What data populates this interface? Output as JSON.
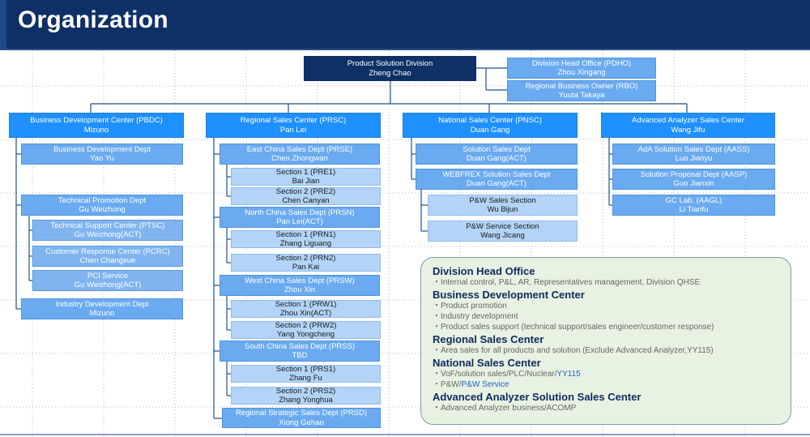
{
  "header": {
    "title": "Organization"
  },
  "top": {
    "division": {
      "line1": "Product Solution Division",
      "line2": "Zheng Chao"
    },
    "pdho": {
      "line1": "Division Head Office (PDHO)",
      "line2": "Zhou Xingang"
    },
    "rbo": {
      "line1": "Regional Business Owner (RBO)",
      "line2": "Yuuta Takaya"
    }
  },
  "pbdc": {
    "head": {
      "line1": "Business Development Center (PBDC)",
      "line2": "Mizuno"
    },
    "bdd": {
      "line1": "Business Development Dept",
      "line2": "Yao Yu"
    },
    "tpd": {
      "line1": "Technical Promotion Dept",
      "line2": "Gu Weizhong"
    },
    "ptsc": {
      "line1": "Technical Support Center (PTSC)",
      "line2": "Gu Weizhong(ACT)"
    },
    "pcrc": {
      "line1": "Customer Response Center (PCRC)",
      "line2": "Chen Changxue"
    },
    "pci": {
      "line1": "PCI Service",
      "line2": "Gu Weizhong(ACT)"
    },
    "idd": {
      "line1": "Industry Development Dept",
      "line2": "Mizuno"
    }
  },
  "prsc": {
    "head": {
      "line1": "Regional Sales Center (PRSC)",
      "line2": "Pan Lei"
    },
    "prse": {
      "line1": "East China Sales Dept (PRSE)",
      "line2": "Chen Zhongwan"
    },
    "pre1": {
      "line1": "Section 1 (PRE1)",
      "line2": "Bai Jian"
    },
    "pre2": {
      "line1": "Section 2 (PRE2)",
      "line2": "Chen Canyan"
    },
    "prsn": {
      "line1": "North China Sales Dept (PRSN)",
      "line2": "Pan Lei(ACT)"
    },
    "prn1": {
      "line1": "Section 1 (PRN1)",
      "line2": "Zhang Liguang"
    },
    "prn2": {
      "line1": "Section 2 (PRN2)",
      "line2": "Pan Kai"
    },
    "prsw": {
      "line1": "West China Sales Dept (PRSW)",
      "line2": "Zhou Xin"
    },
    "prw1": {
      "line1": "Section 1 (PRW1)",
      "line2": "Zhou Xin(ACT)"
    },
    "prw2": {
      "line1": "Section 2 (PRW2)",
      "line2": "Yang Yongcheng"
    },
    "prss": {
      "line1": "South China Sales Dept (PRSS)",
      "line2": "TBD"
    },
    "prs1": {
      "line1": "Section 1 (PRS1)",
      "line2": "Zhang Fu"
    },
    "prs2": {
      "line1": "Section 2 (PRS2)",
      "line2": "Zhang Yonghua"
    },
    "prsd": {
      "line1": "Regional Strategic Sales Dept (PRSD)",
      "line2": "Xiong Gehao"
    }
  },
  "pnsc": {
    "head": {
      "line1": "National Sales Center (PNSC)",
      "line2": "Duan Gang"
    },
    "ssd": {
      "line1": "Solution Sales Dept",
      "line2": "Duan Gang(ACT)"
    },
    "webfrex": {
      "line1": "WEBFREX Solution Sales Dept",
      "line2": "Duan Gang(ACT)"
    },
    "pws": {
      "line1": "P&W Sales Section",
      "line2": "Wu Bijun"
    },
    "pwss": {
      "line1": "P&W Service Section",
      "line2": "Wang Jicang"
    }
  },
  "aasc": {
    "head": {
      "line1": "Advanced Analyzer Sales Center",
      "line2": "Wang Jifu"
    },
    "aass": {
      "line1": "AdA Solution Sales Dept (AASS)",
      "line2": "Luo Jianyu"
    },
    "aasp": {
      "line1": "Solution Proposal Dept (AASP)",
      "line2": "Guo Jianxin"
    },
    "aagl": {
      "line1": "GC Lab. (AAGL)",
      "line2": "Li Tianfu"
    }
  },
  "summary": {
    "s1": {
      "title": "Division Head Office",
      "i1": "・Internal control, P&L, AR, Representatives management, Division QHSE"
    },
    "s2": {
      "title": "Business Development Center",
      "i1": "・Product promotion",
      "i2": "・Industry development",
      "i3": "・Product sales support (technical support/sales engineer/customer response)"
    },
    "s3": {
      "title": "Regional Sales Center",
      "i1": "・Area sales for all products and solution  (Exclude Advanced Analyzer,YY115)"
    },
    "s4": {
      "title": "National Sales Center",
      "i1a": "・VoF/solution sales/PLC/Nuclear/",
      "i1b": "YY115",
      "i2a": "・P&W/",
      "i2b": "P&W Service"
    },
    "s5": {
      "title": "Advanced Analyzer Solution Sales Center",
      "i1": "・Advanced Analyzer business/ACOMP"
    }
  }
}
